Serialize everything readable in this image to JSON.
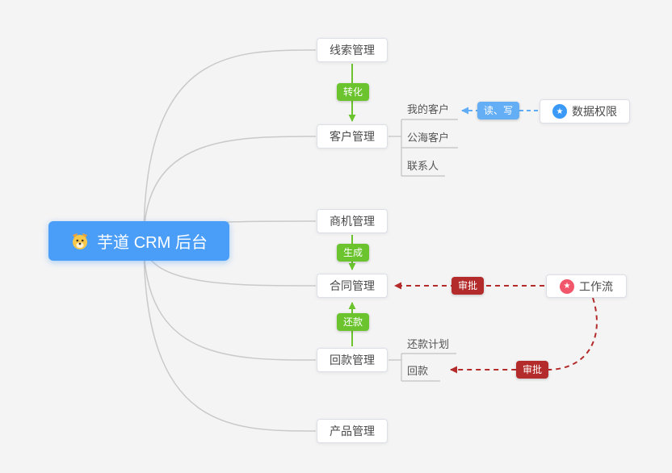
{
  "root": {
    "label": "芋道 CRM 后台"
  },
  "modules": [
    {
      "label": "线索管理"
    },
    {
      "label": "客户管理"
    },
    {
      "label": "商机管理"
    },
    {
      "label": "合同管理"
    },
    {
      "label": "回款管理"
    },
    {
      "label": "产品管理"
    }
  ],
  "customer_children": [
    {
      "label": "我的客户"
    },
    {
      "label": "公海客户"
    },
    {
      "label": "联系人"
    }
  ],
  "receivable_children": [
    {
      "label": "还款计划"
    },
    {
      "label": "回款"
    }
  ],
  "side_nodes": [
    {
      "label": "数据权限"
    },
    {
      "label": "工作流"
    }
  ],
  "edge_labels": {
    "convert": "转化",
    "generate": "生成",
    "repay": "还款",
    "read_write": "读、写",
    "approve_contract": "审批",
    "approve_receivable": "审批"
  },
  "icons": {
    "star": "★"
  },
  "colors": {
    "root_bg": "#4a9ef8",
    "flow_green": "#6bc42e",
    "permission_blue": "#5fadf7",
    "approval_red": "#b42b2b",
    "permission_icon_blue": "#3b9af8",
    "workflow_icon_pink": "#f2566b",
    "branch_line_gray": "#c9c9c9"
  }
}
